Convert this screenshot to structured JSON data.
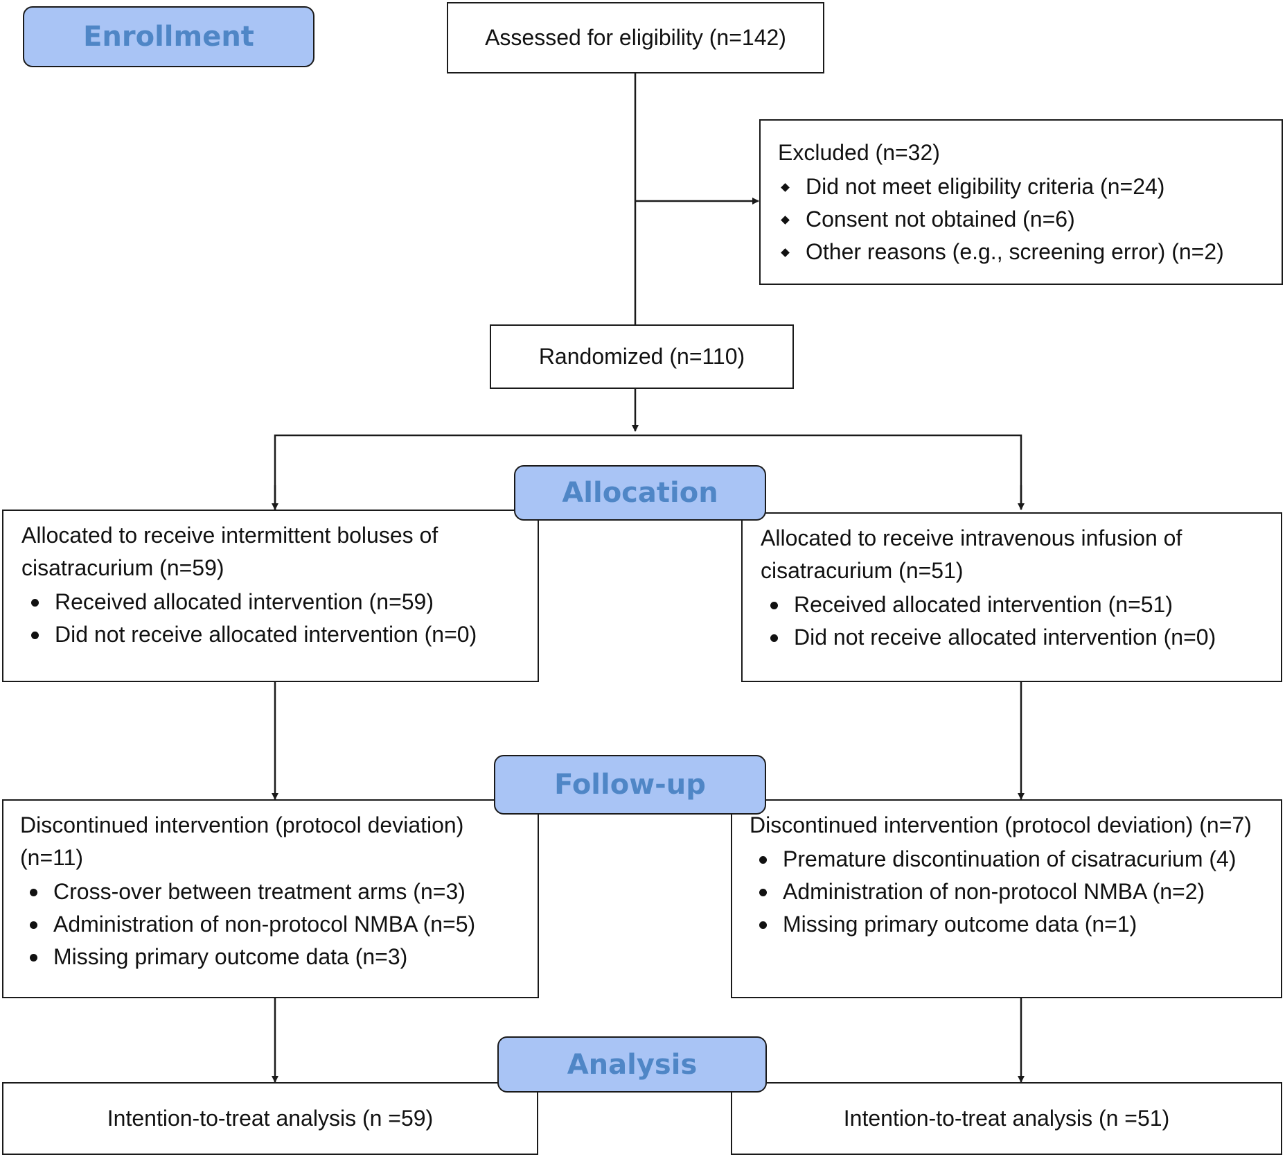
{
  "stages": {
    "enrollment": "Enrollment",
    "allocation": "Allocation",
    "follow_up": "Follow-up",
    "analysis": "Analysis"
  },
  "assessed": "Assessed for eligibility (n=142)",
  "excluded": {
    "title": "Excluded (n=32)",
    "items": [
      "Did not meet eligibility criteria (n=24)",
      "Consent not obtained (n=6)",
      "Other reasons (e.g., screening error) (n=2)"
    ]
  },
  "randomized": "Randomized (n=110)",
  "left_arm": {
    "allocation_title": "Allocated to receive intermittent boluses of cisatracurium (n=59)",
    "allocation_items": [
      "Received allocated intervention (n=59)",
      "Did not receive allocated intervention (n=0)"
    ],
    "followup_title": "Discontinued intervention (protocol deviation) (n=11)",
    "followup_items": [
      "Cross-over between treatment arms (n=3)",
      "Administration of non-protocol NMBA (n=5)",
      "Missing primary outcome data (n=3)"
    ],
    "analysis": "Intention-to-treat analysis (n =59)"
  },
  "right_arm": {
    "allocation_title": "Allocated to receive intravenous infusion of cisatracurium (n=51)",
    "allocation_items": [
      "Received allocated intervention (n=51)",
      "Did not receive allocated intervention (n=0)"
    ],
    "followup_title": "Discontinued intervention (protocol deviation) (n=7)",
    "followup_items": [
      "Premature discontinuation of cisatracurium (4)",
      "Administration of non-protocol NMBA (n=2)",
      "Missing primary outcome data (n=1)"
    ],
    "analysis": "Intention-to-treat analysis (n =51)"
  },
  "colors": {
    "stage_fill": "#a9c4f5",
    "stage_text": "#4f86c6",
    "line": "#1a1a1a"
  }
}
